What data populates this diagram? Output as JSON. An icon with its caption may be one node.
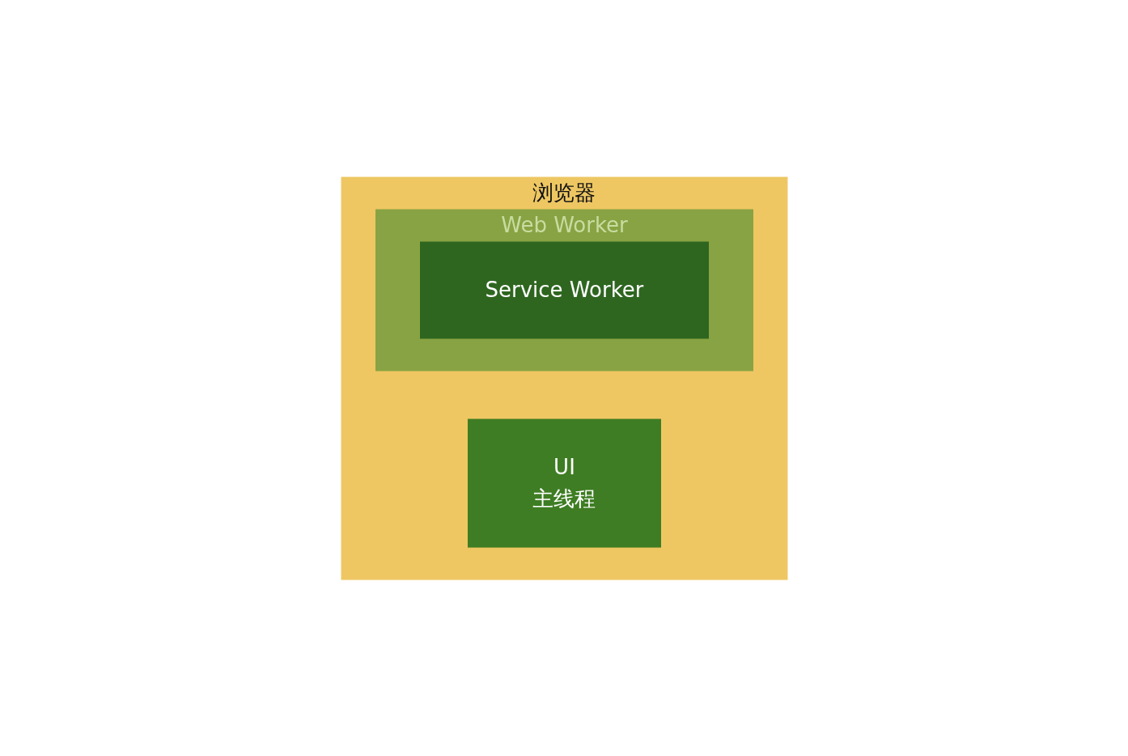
{
  "diagram": {
    "nodes": [
      {
        "text": [
          "浏览器"
        ]
      },
      {
        "text": [
          "UI",
          "主线程"
        ],
        "in": 0
      },
      {
        "text": [
          "Web Worker"
        ],
        "in": 0
      },
      {
        "text": [
          "Service Worker"
        ],
        "in": 2
      }
    ],
    "edges": []
  }
}
